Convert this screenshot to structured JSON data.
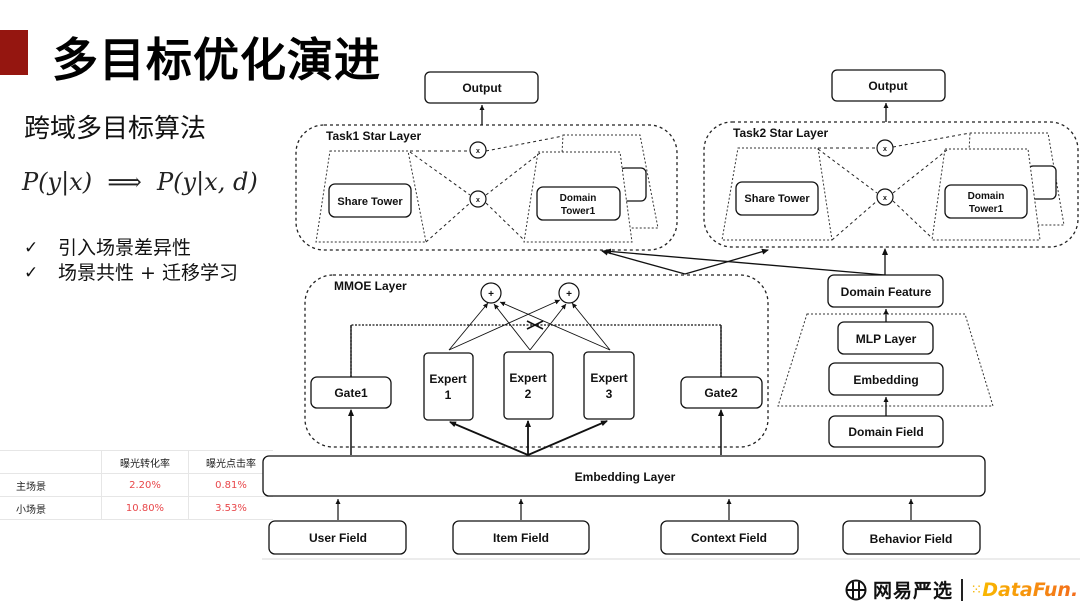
{
  "slide": {
    "title": "多目标优化演进",
    "accent_color": "#951610",
    "subtitle": "跨域多目标算法",
    "formula": {
      "left": "P(y|x)",
      "arrow": "⟹",
      "right": "P(y|x, d)"
    },
    "bullets": [
      {
        "icon": "checkmark-icon",
        "glyph": "✓",
        "text": "引入场景差异性"
      },
      {
        "icon": "checkmark-icon",
        "glyph": "✓",
        "text": "场景共性 + 迁移学习"
      }
    ]
  },
  "table": {
    "headers": [
      "",
      "曝光转化率",
      "曝光点击率"
    ],
    "rows": [
      {
        "label": "主场景",
        "values": [
          "2.20%",
          "0.81%"
        ]
      },
      {
        "label": "小场景",
        "values": [
          "10.80%",
          "3.53%"
        ]
      }
    ],
    "value_color": "#e8474a"
  },
  "diagram": {
    "task1": {
      "output": "Output",
      "layer_label": "Task1 Star  Layer",
      "share_tower": "Share Tower",
      "domain_tower_line1": "Domain",
      "domain_tower_line2": "Tower1",
      "multiply_glyph": "x"
    },
    "task2": {
      "output": "Output",
      "layer_label": "Task2 Star  Layer",
      "share_tower": "Share Tower",
      "domain_tower_line1": "Domain",
      "domain_tower_line2": "Tower1",
      "multiply_glyph": "x"
    },
    "mmoe": {
      "layer_label": "MMOE  Layer",
      "sum_glyph": "+",
      "gate1": "Gate1",
      "gate2": "Gate2",
      "experts": [
        {
          "line1": "Expert",
          "line2": "1"
        },
        {
          "line1": "Expert",
          "line2": "2"
        },
        {
          "line1": "Expert",
          "line2": "3"
        }
      ]
    },
    "domain_branch": {
      "domain_feature": "Domain Feature",
      "mlp_layer": "MLP Layer",
      "embedding": "Embedding",
      "domain_field": "Domain Field"
    },
    "embedding_layer": "Embedding  Layer",
    "fields": [
      "User Field",
      "Item Field",
      "Context Field",
      "Behavior Field"
    ]
  },
  "footer": {
    "brand1": "网易严选",
    "brand2_dots": "⁙",
    "brand2": "DataFun."
  }
}
